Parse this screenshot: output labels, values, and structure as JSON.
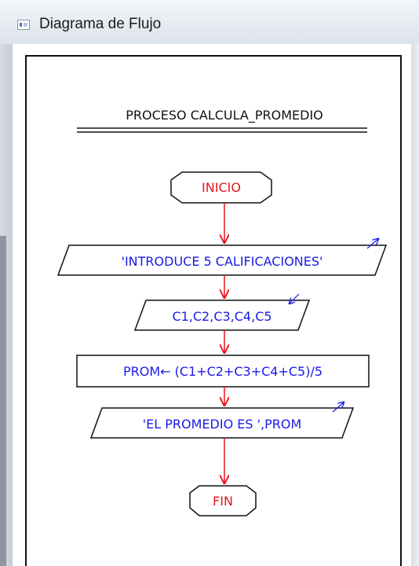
{
  "window": {
    "title": "Diagrama de Flujo",
    "icon": "app-window-icon"
  },
  "diagram": {
    "process_title": "PROCESO CALCULA_PROMEDIO",
    "start_label": "INICIO",
    "output_prompt": "'INTRODUCE 5 CALIFICACIONES'",
    "input_vars": "C1,C2,C3,C4,C5",
    "assign": "PROM← (C1+C2+C3+C4+C5)/5",
    "output_result": "'EL PROMEDIO ES ',PROM",
    "end_label": "FIN"
  },
  "colors": {
    "terminal_text": "#e8141c",
    "statement_text": "#1a1ae6",
    "arrow": "#e8141c",
    "shape_border": "#111111"
  }
}
